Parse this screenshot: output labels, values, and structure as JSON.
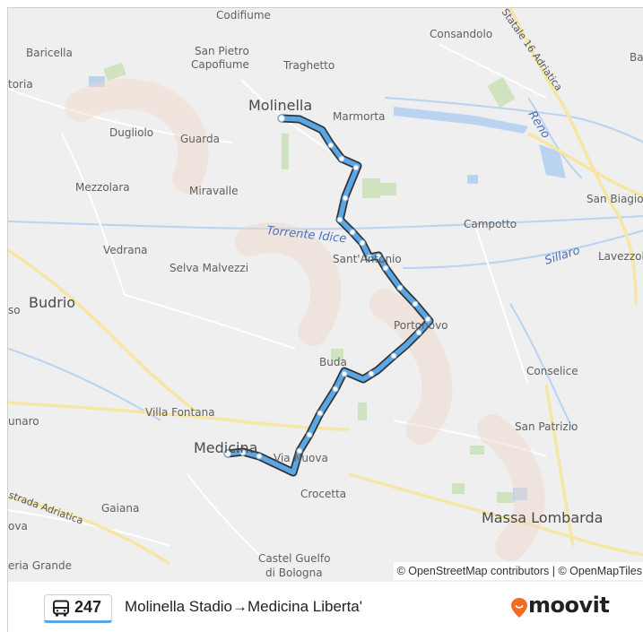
{
  "map": {
    "places": {
      "codifiume": "Codifiume",
      "consandolo": "Consandolo",
      "baricella": "Baricella",
      "san_pietro": "San Pietro",
      "capofiume": "Capofiume",
      "traghetto": "Traghetto",
      "toria": "toria",
      "molinella": "Molinella",
      "marmorta": "Marmorta",
      "dugliolo": "Dugliolo",
      "guarda": "Guarda",
      "mezzolara": "Mezzolara",
      "miravalle": "Miravalle",
      "san_biagio": "San Biagio",
      "campotto": "Campotto",
      "vedrana": "Vedrana",
      "selva_malvezzi": "Selva Malvezzi",
      "santantonio": "Sant'Antonio",
      "lavezzola": "Lavezzola",
      "so": "so",
      "budrio": "Budrio",
      "portonovo": "Portonovo",
      "buda": "Buda",
      "conselice": "Conselice",
      "villa_fontana": "Villa Fontana",
      "unaro": "unaro",
      "san_patrizio": "San Patrizio",
      "medicina": "Medicina",
      "via_nuova": "Via Nuova",
      "crocetta": "Crocetta",
      "galiana": "Gaiana",
      "massa_lombarda": "Massa Lombarda",
      "ova": "ova",
      "castel_guelfo": "Castel Guelfo",
      "di_bologna": "di Bologna",
      "eria_grande": "eria Grande",
      "ba": "Ba"
    },
    "waterways": {
      "torrente_idice": "Torrente Idice",
      "sillaro": "Sillaro",
      "reno": "Reno"
    },
    "roads": {
      "statale_16": "Statale 16 Adriatica",
      "strada_adriatica": "strada Adriatica"
    },
    "attribution": "© OpenStreetMap contributors | © OpenMapTiles"
  },
  "footer": {
    "route_number": "247",
    "route_name": "Molinella Stadio→Medicina Liberta'",
    "brand": "moovit"
  },
  "colors": {
    "route_line": "#5aa7e8",
    "route_outline": "#333333",
    "brand_orange": "#f26b21",
    "water": "#8fb8e6"
  }
}
